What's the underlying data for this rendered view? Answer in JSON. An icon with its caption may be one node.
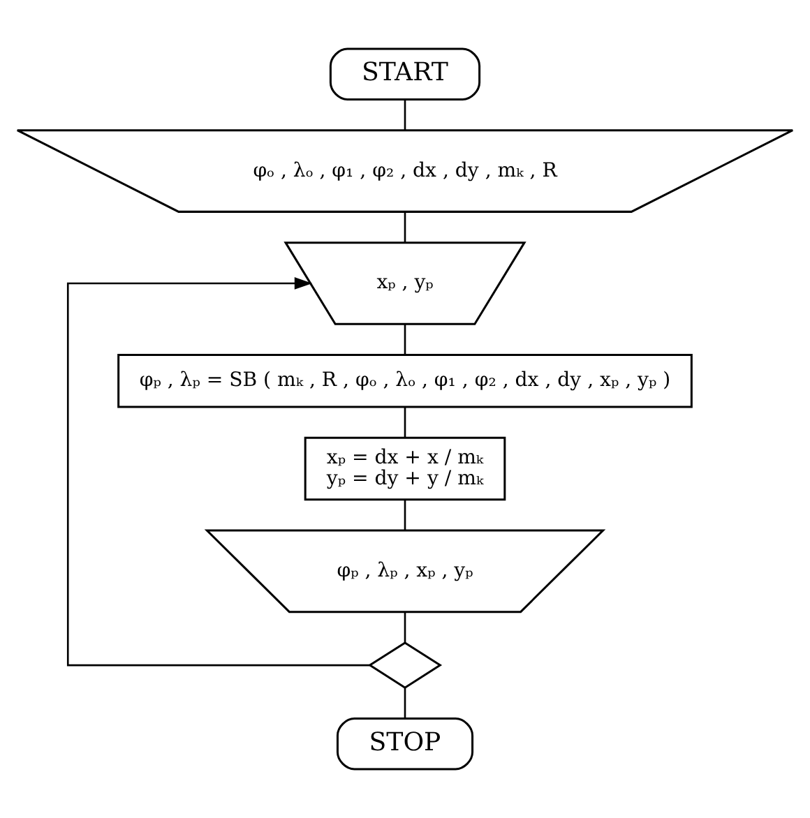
{
  "diagram": {
    "nodes": [
      {
        "text": [
          "START"
        ]
      },
      {
        "text": [
          "φₒ , λₒ , φ₁ , φ₂ , dx , dy , mₖ , R"
        ]
      },
      {
        "text": [
          "xₚ , yₚ"
        ]
      },
      {
        "text": [
          "φₚ , λₚ = SB ( mₖ , R , φₒ , λₒ , φ₁ , φ₂ , dx , dy , xₚ , yₚ )"
        ]
      },
      {
        "text": [
          "xₚ = dx + x / mₖ",
          "yₚ = dy + y / mₖ"
        ]
      },
      {
        "text": [
          "φₚ , λₚ , xₚ , yₚ"
        ]
      },
      {
        "text": [],
        "shape": "diamond"
      },
      {
        "text": [
          "STOP"
        ]
      }
    ],
    "edges": [
      {
        "from": 0,
        "to": 1,
        "arrow": "none"
      },
      {
        "from": 1,
        "to": 2,
        "arrow": "none"
      },
      {
        "from": 2,
        "to": 3,
        "arrow": "none"
      },
      {
        "from": 3,
        "to": 4,
        "arrow": "none"
      },
      {
        "from": 4,
        "to": 5,
        "arrow": "none"
      },
      {
        "from": 5,
        "to": 6,
        "arrow": "none"
      },
      {
        "from": 6,
        "to": 2,
        "arrow": "to"
      },
      {
        "from": 6,
        "to": 7,
        "arrow": "none"
      }
    ]
  }
}
